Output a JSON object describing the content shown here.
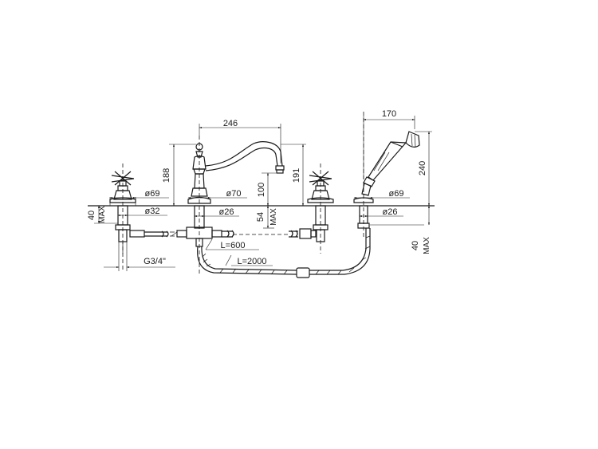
{
  "dimensions": {
    "spout_spacing": "246",
    "handshower_offset": "170",
    "valve_height": "188",
    "spout_height": "191",
    "spout_reach": "100",
    "handshower_height": "240",
    "deck_max_left": "40",
    "deck_max_left_unit": "MAX",
    "deck_max_center": "54",
    "deck_max_center_unit": "MAX",
    "deck_max_right": "40",
    "deck_max_right_unit": "MAX",
    "valve_base_dia": "ø69",
    "spout_base_dia": "ø70",
    "handshower_base_dia": "ø69",
    "valve_shank_dia": "ø32",
    "spout_shank_dia": "ø26",
    "handshower_shank_dia": "ø26",
    "connection_thread": "G3/4\"",
    "short_hose_length": "L=600",
    "long_hose_length": "L=2000"
  }
}
